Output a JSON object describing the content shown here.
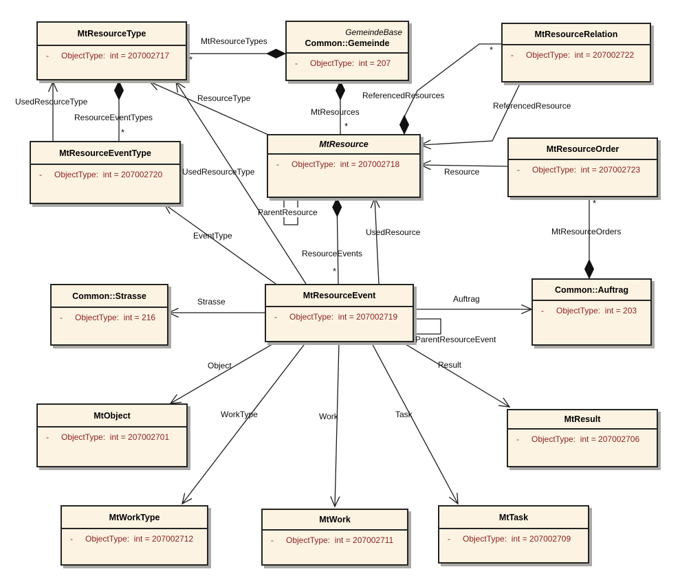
{
  "diagram": {
    "colors": {
      "box_fill": "#fcf3e2",
      "box_border": "#242424",
      "attribute_text": "#8b2222",
      "line": "#1b1b1b",
      "shadow": "#aaa9a6",
      "background": "#ffffff"
    },
    "classes": [
      {
        "id": "mtresourcetype",
        "name": "MtResourceType",
        "attributes": [
          {
            "visibility": "-",
            "text": "ObjectType:  int = 207002717"
          }
        ]
      },
      {
        "id": "gemeinde",
        "stereotype": "GemeindeBase",
        "name": "Common::Gemeinde",
        "attributes": [
          {
            "visibility": "-",
            "text": "ObjectType:  int = 207"
          }
        ]
      },
      {
        "id": "mtresourcerelation",
        "name": "MtResourceRelation",
        "attributes": [
          {
            "visibility": "-",
            "text": "ObjectType:  int = 207002722"
          }
        ]
      },
      {
        "id": "mtresourceeventtype",
        "name": "MtResourceEventType",
        "attributes": [
          {
            "visibility": "-",
            "text": "ObjectType:  int = 207002720"
          }
        ]
      },
      {
        "id": "mtresource",
        "name": "MtResource",
        "abstract": true,
        "attributes": [
          {
            "visibility": "-",
            "text": "ObjectType:  int = 207002718"
          }
        ]
      },
      {
        "id": "mtresourceorder",
        "name": "MtResourceOrder",
        "attributes": [
          {
            "visibility": "-",
            "text": "ObjectType:  int = 207002723"
          }
        ]
      },
      {
        "id": "strasse",
        "name": "Common::Strasse",
        "attributes": [
          {
            "visibility": "-",
            "text": "ObjectType:  int = 216"
          }
        ]
      },
      {
        "id": "mtresourceevent",
        "name": "MtResourceEvent",
        "attributes": [
          {
            "visibility": "-",
            "text": "ObjectType:  int = 207002719"
          }
        ]
      },
      {
        "id": "auftrag",
        "name": "Common::Auftrag",
        "attributes": [
          {
            "visibility": "-",
            "text": "ObjectType:  int = 203"
          }
        ]
      },
      {
        "id": "mtobject",
        "name": "MtObject",
        "attributes": [
          {
            "visibility": "-",
            "text": "ObjectType:  int = 207002701"
          }
        ]
      },
      {
        "id": "mtresult",
        "name": "MtResult",
        "attributes": [
          {
            "visibility": "-",
            "text": "ObjectType:  int = 207002706"
          }
        ]
      },
      {
        "id": "mtworktype",
        "name": "MtWorkType",
        "attributes": [
          {
            "visibility": "-",
            "text": "ObjectType:  int = 207002712"
          }
        ]
      },
      {
        "id": "mtwork",
        "name": "MtWork",
        "attributes": [
          {
            "visibility": "-",
            "text": "ObjectType:  int = 207002711"
          }
        ]
      },
      {
        "id": "mttask",
        "name": "MtTask",
        "attributes": [
          {
            "visibility": "-",
            "text": "ObjectType:  int = 207002709"
          }
        ]
      }
    ],
    "edge_labels": {
      "mtResourceTypes": "MtResourceTypes",
      "multMtResourceTypes": "*",
      "usedResourceTypeLeft": "UsedResourceType",
      "resourceEventTypes": "ResourceEventTypes",
      "multResourceEventTypes": "*",
      "resourceType": "ResourceType",
      "mtResources": "MtResources",
      "multMtResources": "*",
      "referencedResources": "ReferencedResources",
      "multReferencedResources": "*",
      "referencedResource": "ReferencedResource",
      "resource": "Resource",
      "multMtResourceOrders": "*",
      "mtResourceOrders": "MtResourceOrders",
      "auftrag": "Auftrag",
      "parentResourceEvent": "ParentResourceEvent",
      "strasse": "Strasse",
      "usedResource": "UsedResource",
      "resourceEvents": "ResourceEvents",
      "multResourceEvents": "*",
      "parentResource": "ParentResource",
      "usedResourceTypeLong": "UsedResourceType",
      "eventType": "EventType",
      "object": "Object",
      "workType": "WorkType",
      "work": "Work",
      "task": "Task",
      "result": "Result"
    }
  }
}
